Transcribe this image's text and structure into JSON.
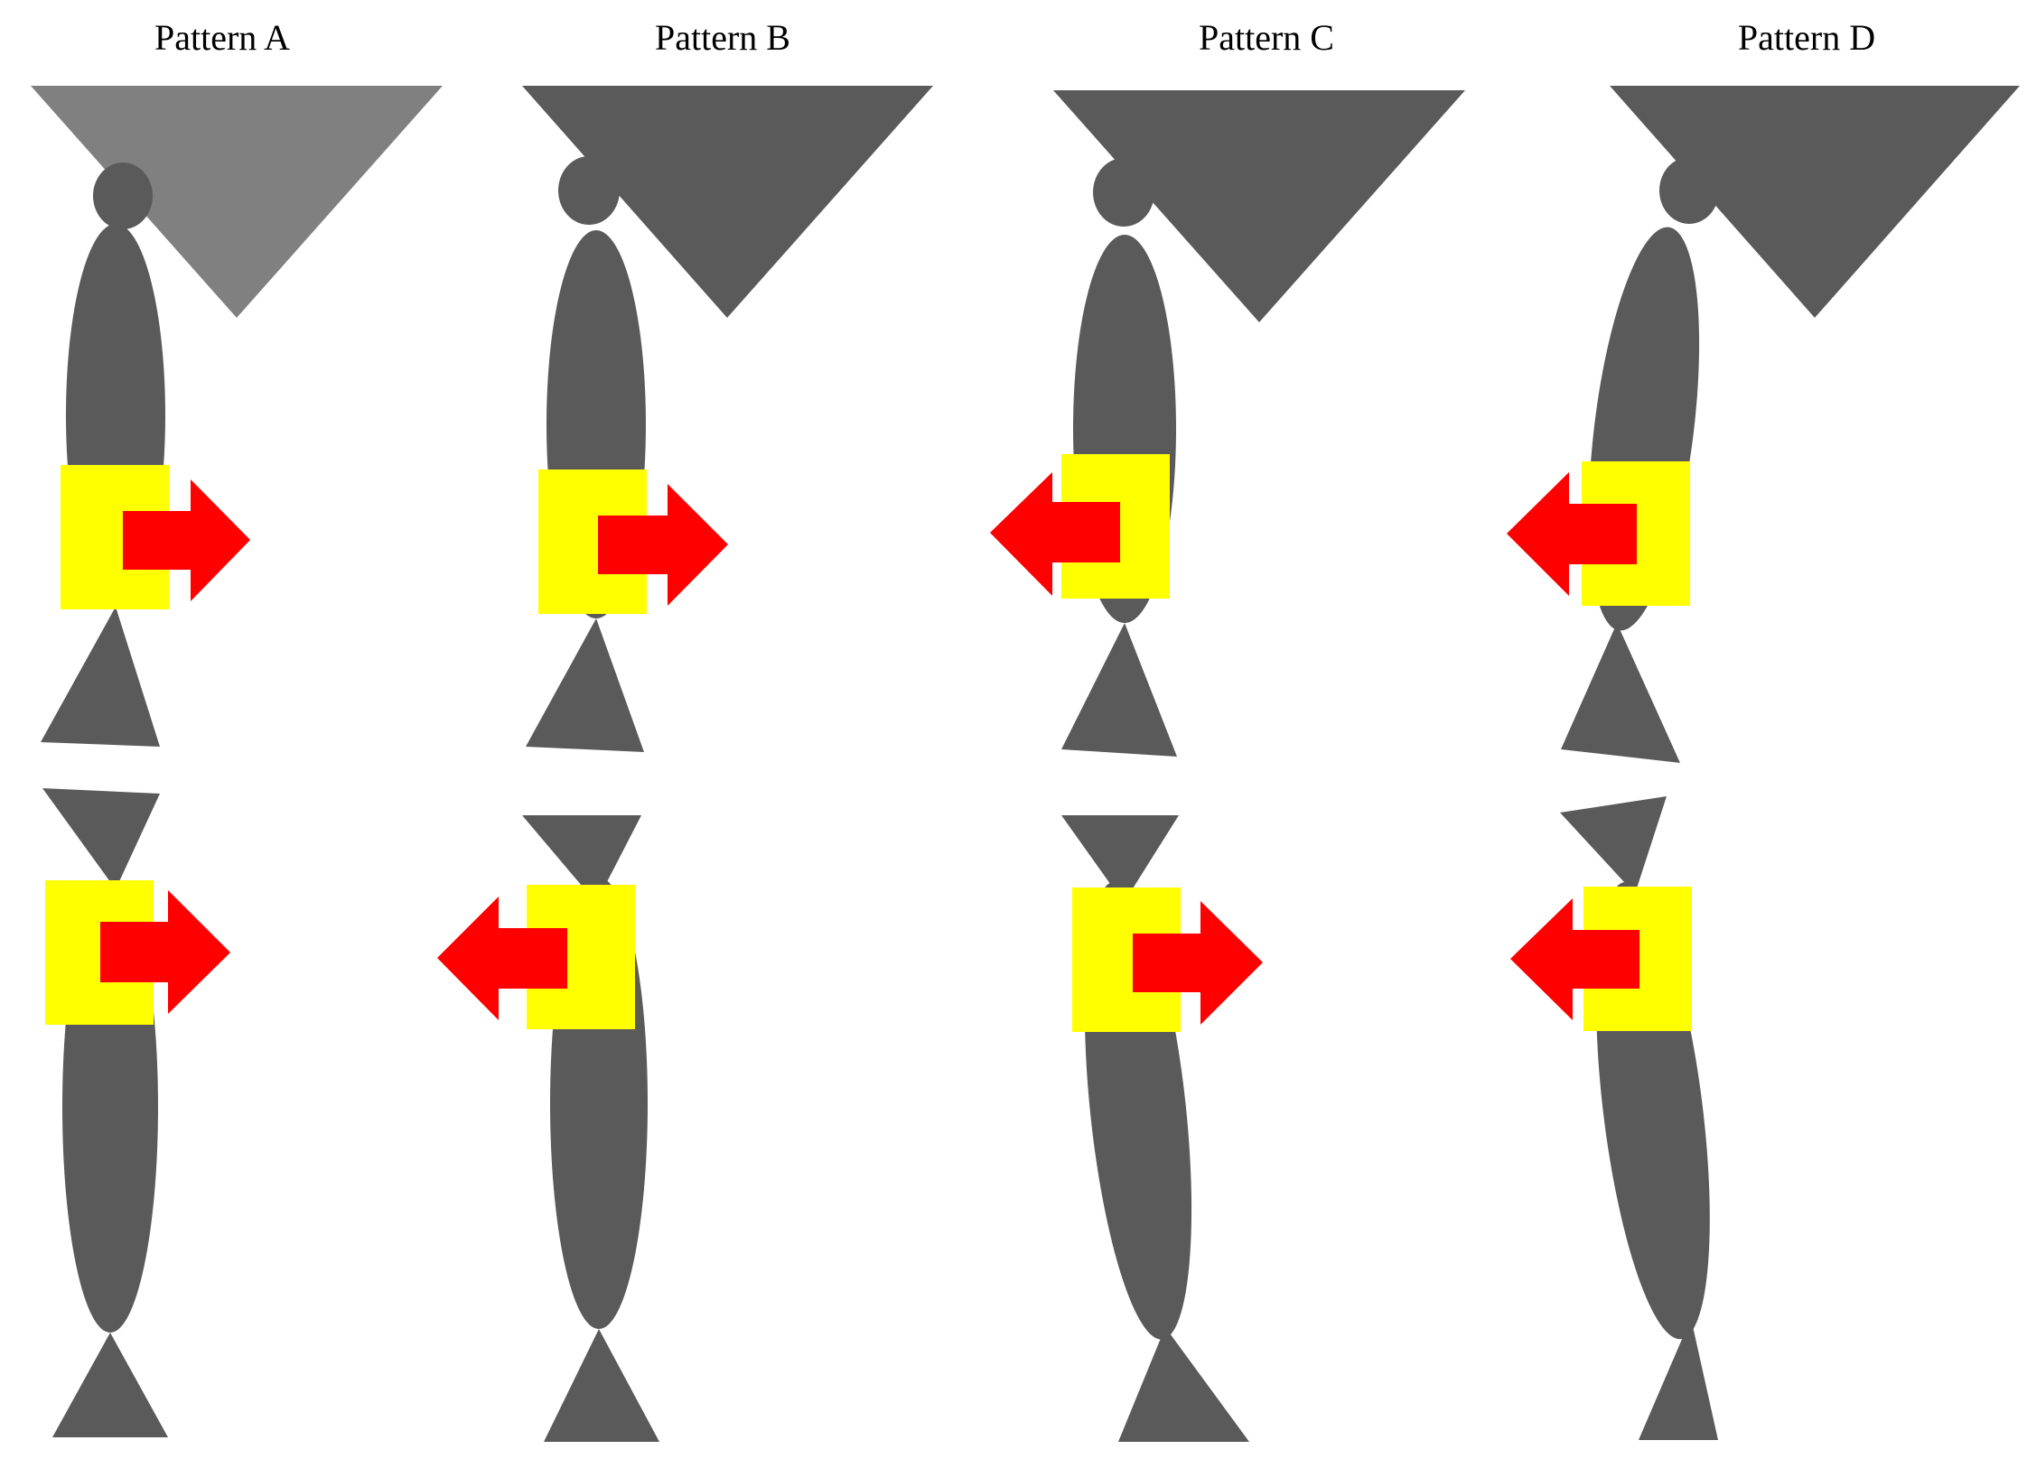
{
  "titles": [
    "Pattern A",
    "Pattern B",
    "Pattern C",
    "Pattern D"
  ],
  "colors": {
    "body": "#5a5a5a",
    "head_triangle_a": "#808080",
    "head_triangle": "#5a5a5a",
    "pad": "#ffff00",
    "arrow": "#ff0000",
    "background": "#ffffff"
  },
  "patterns": [
    {
      "label": "Pattern A",
      "upper_arrow": "right",
      "lower_arrow": "right"
    },
    {
      "label": "Pattern B",
      "upper_arrow": "right",
      "lower_arrow": "left"
    },
    {
      "label": "Pattern C",
      "upper_arrow": "left",
      "lower_arrow": "right"
    },
    {
      "label": "Pattern D",
      "upper_arrow": "left",
      "lower_arrow": "left"
    }
  ]
}
